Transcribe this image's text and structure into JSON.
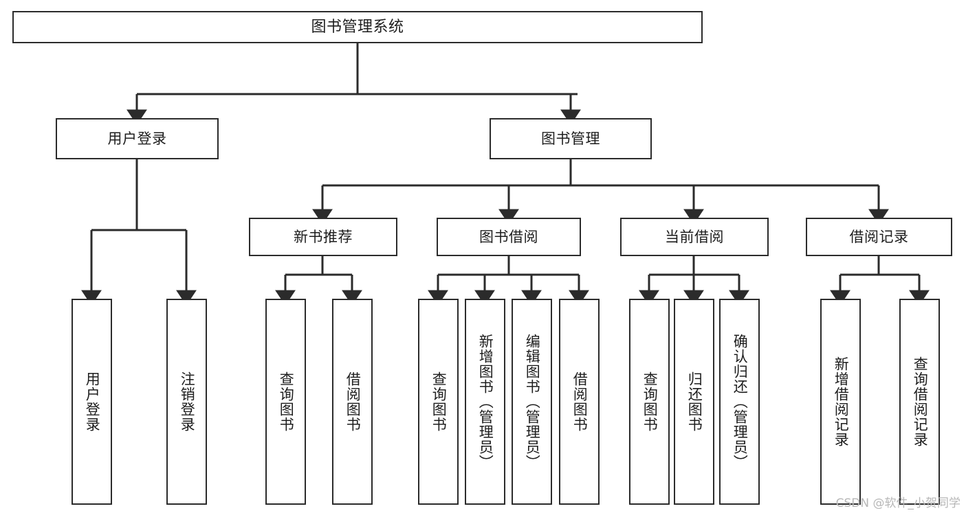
{
  "diagram": {
    "type": "tree",
    "title": "图书管理系统",
    "orientation": "top-down",
    "edge_color": "#2b2b2b",
    "box_border_color": "#2b2b2b",
    "box_fill_color": "#ffffff",
    "text_color": "#1d1d1d",
    "watermark": "CSDN @软件_小贺同学"
  },
  "nodes": {
    "root": {
      "label": "图书管理系统"
    },
    "level1": [
      {
        "label": "用户登录"
      },
      {
        "label": "图书管理"
      }
    ],
    "level2": [
      {
        "label": "新书推荐"
      },
      {
        "label": "图书借阅"
      },
      {
        "label": "当前借阅"
      },
      {
        "label": "借阅记录"
      }
    ],
    "leaves": {
      "user_login": [
        {
          "label": "用户登录"
        },
        {
          "label": "注销登录"
        }
      ],
      "new_book_recommend": [
        {
          "label": "查询图书"
        },
        {
          "label": "借阅图书"
        }
      ],
      "book_borrow": [
        {
          "label": "查询图书"
        },
        {
          "label": "新增图书（管理员）"
        },
        {
          "label": "编辑图书（管理员）"
        },
        {
          "label": "借阅图书"
        }
      ],
      "current_borrow": [
        {
          "label": "查询图书"
        },
        {
          "label": "归还图书"
        },
        {
          "label": "确认归还（管理员）"
        }
      ],
      "borrow_record": [
        {
          "label": "新增借阅记录"
        },
        {
          "label": "查询借阅记录"
        }
      ]
    }
  }
}
